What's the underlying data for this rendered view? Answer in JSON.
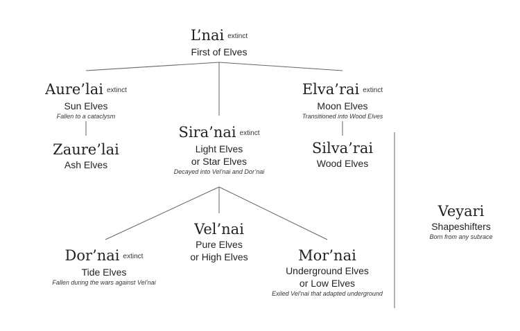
{
  "colors": {
    "background": "#ffffff",
    "text": "#222222",
    "line": "#666666"
  },
  "nodes": {
    "lnai": {
      "name": "L’nai",
      "tag": "extinct",
      "subtitles": [
        "First of Elves"
      ],
      "note": ""
    },
    "aurelai": {
      "name": "Aure’lai",
      "tag": "extinct",
      "subtitles": [
        "Sun Elves"
      ],
      "note": "Fallen to a cataclysm"
    },
    "elvarai": {
      "name": "Elva’rai",
      "tag": "extinct",
      "subtitles": [
        "Moon Elves"
      ],
      "note": "Transitioned into Wood Elves"
    },
    "zaurelai": {
      "name": "Zaure’lai",
      "tag": "",
      "subtitles": [
        "Ash Elves"
      ],
      "note": ""
    },
    "siranai": {
      "name": "Sira’nai",
      "tag": "extinct",
      "subtitles": [
        "Light Elves",
        "or Star Elves"
      ],
      "note": "Decayed into Vel’nai and Dor’nai"
    },
    "silvarai": {
      "name": "Silva’rai",
      "tag": "",
      "subtitles": [
        "Wood Elves"
      ],
      "note": ""
    },
    "veyari": {
      "name": "Veyari",
      "tag": "",
      "subtitles": [
        "Shapeshifters"
      ],
      "note": "Born from any subrace"
    },
    "velnai": {
      "name": "Vel’nai",
      "tag": "",
      "subtitles": [
        "Pure Elves",
        "or High Elves"
      ],
      "note": ""
    },
    "dornai": {
      "name": "Dor’nai",
      "tag": "extinct",
      "subtitles": [
        "Tide Elves"
      ],
      "note": "Fallen during the wars against Vel’nai"
    },
    "mornai": {
      "name": "Mor’nai",
      "tag": "",
      "subtitles": [
        "Underground Elves",
        "or Low Elves"
      ],
      "note": "Exiled Vel’nai that adapted underground"
    }
  }
}
